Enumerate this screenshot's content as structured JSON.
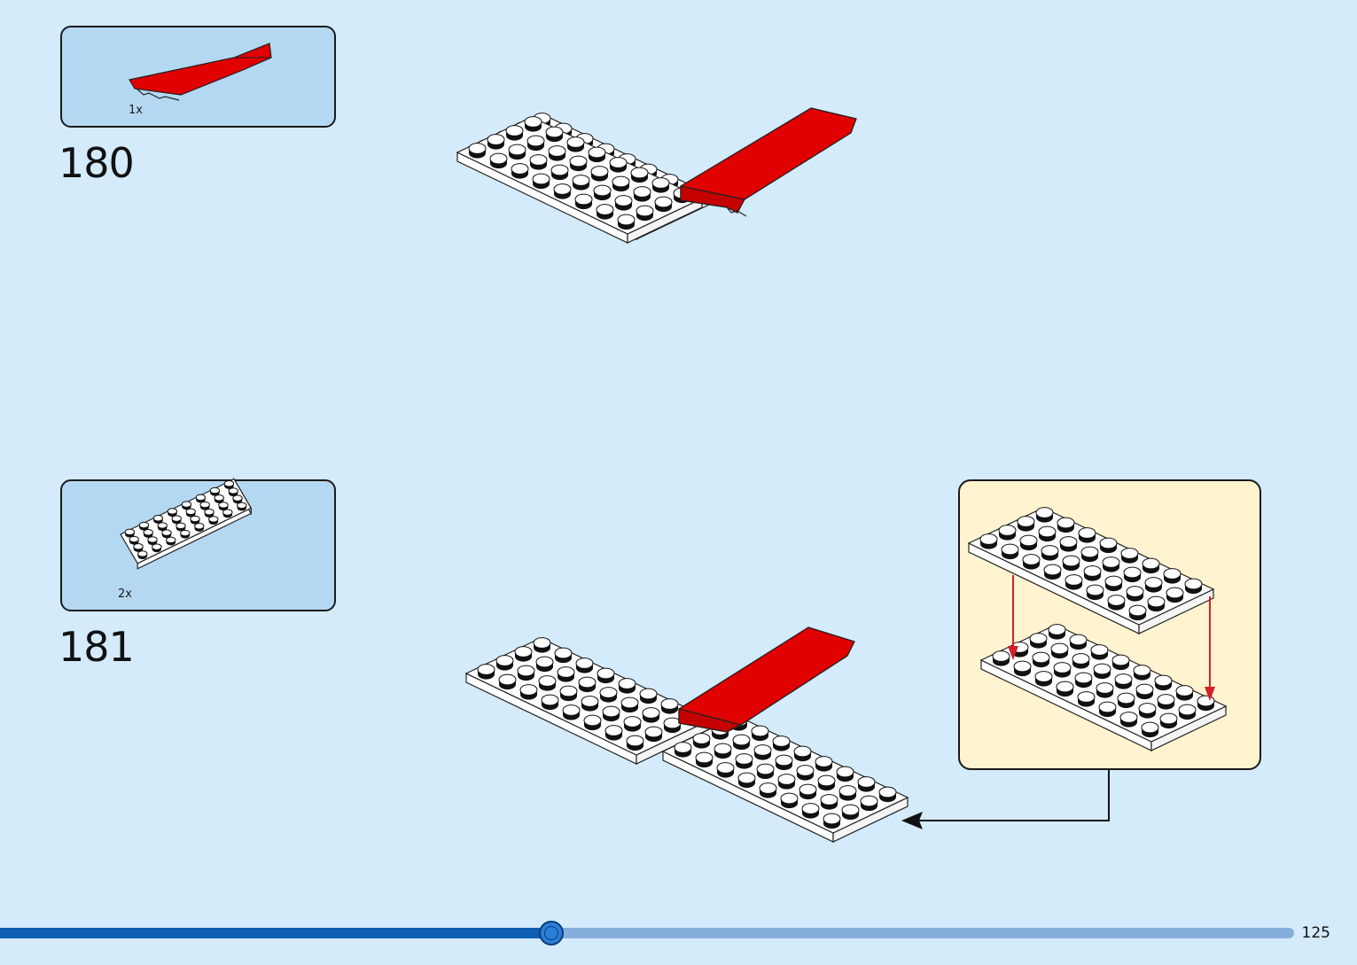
{
  "steps": [
    {
      "number": "180",
      "parts": [
        {
          "qty": "1x",
          "part": "red-curved-slope-icon"
        }
      ]
    },
    {
      "number": "181",
      "parts": [
        {
          "qty": "2x",
          "part": "white-plate-4x8-icon"
        }
      ]
    }
  ],
  "page": {
    "number": "125"
  },
  "progress": {
    "fraction": 0.426
  },
  "colors": {
    "background": "#d4ebfb",
    "parts_box": "#b5d8f2",
    "callout": "#fff4cf",
    "brick_red": "#e00000",
    "plate_white": "#ffffff",
    "arrow_red": "#d1202b",
    "progress_fill": "#0d5fb2",
    "progress_track": "#86aedd"
  }
}
